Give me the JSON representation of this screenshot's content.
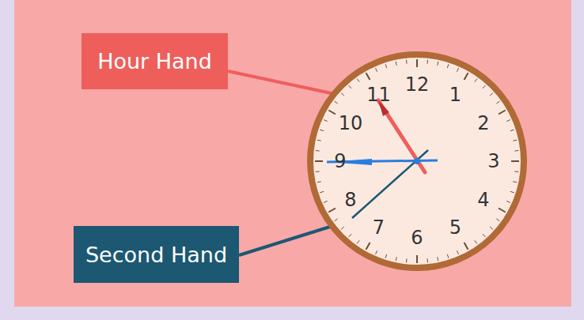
{
  "diagram": {
    "nodes": [
      {
        "text": [
          "Hour Hand"
        ]
      },
      {
        "text": [
          "Second Hand"
        ]
      }
    ],
    "labels": [
      "12",
      "1",
      "2",
      "3",
      "4",
      "5",
      "6",
      "7",
      "8",
      "9",
      "10",
      "11"
    ]
  }
}
